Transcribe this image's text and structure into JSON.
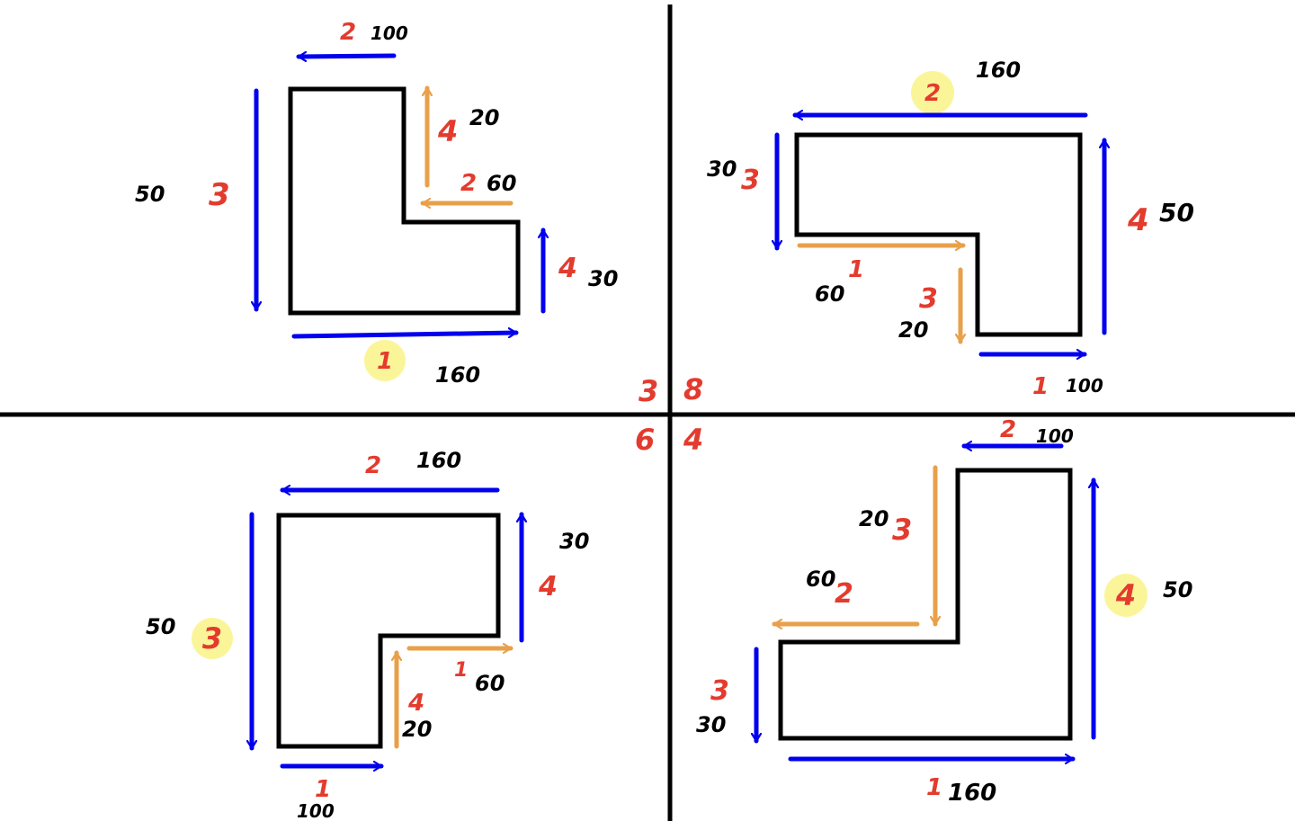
{
  "colors": {
    "shape": "#000000",
    "primary_arrow": "#0000ee",
    "secondary_arrow": "#e8a04a",
    "step_number": "#e33b2e",
    "length_label": "#000000",
    "highlight": "#fbf59a"
  },
  "center": {
    "top_left": "3",
    "top_right": "8",
    "bottom_left": "6",
    "bottom_right": "4"
  },
  "quadrants": {
    "top_left": {
      "labels": [
        {
          "step": "1",
          "length": "160",
          "highlighted": true
        },
        {
          "step": "2",
          "length": "100"
        },
        {
          "step": "3",
          "length": "50"
        },
        {
          "step": "4",
          "length": "30"
        },
        {
          "step": "2",
          "length": "60"
        },
        {
          "step": "4",
          "length": "20"
        }
      ]
    },
    "top_right": {
      "labels": [
        {
          "step": "1",
          "length": "100"
        },
        {
          "step": "2",
          "length": "160",
          "highlighted": true
        },
        {
          "step": "3",
          "length": "30"
        },
        {
          "step": "4",
          "length": "50"
        },
        {
          "step": "1",
          "length": "60"
        },
        {
          "step": "3",
          "length": "20"
        }
      ]
    },
    "bottom_left": {
      "labels": [
        {
          "step": "1",
          "length": "100"
        },
        {
          "step": "2",
          "length": "160"
        },
        {
          "step": "3",
          "length": "50",
          "highlighted": true
        },
        {
          "step": "4",
          "length": "30"
        },
        {
          "step": "1",
          "length": "60"
        },
        {
          "step": "4",
          "length": "20"
        }
      ]
    },
    "bottom_right": {
      "labels": [
        {
          "step": "1",
          "length": "160"
        },
        {
          "step": "2",
          "length": "100"
        },
        {
          "step": "3",
          "length": "30"
        },
        {
          "step": "4",
          "length": "50",
          "highlighted": true
        },
        {
          "step": "2",
          "length": "60"
        },
        {
          "step": "3",
          "length": "20"
        }
      ]
    }
  }
}
